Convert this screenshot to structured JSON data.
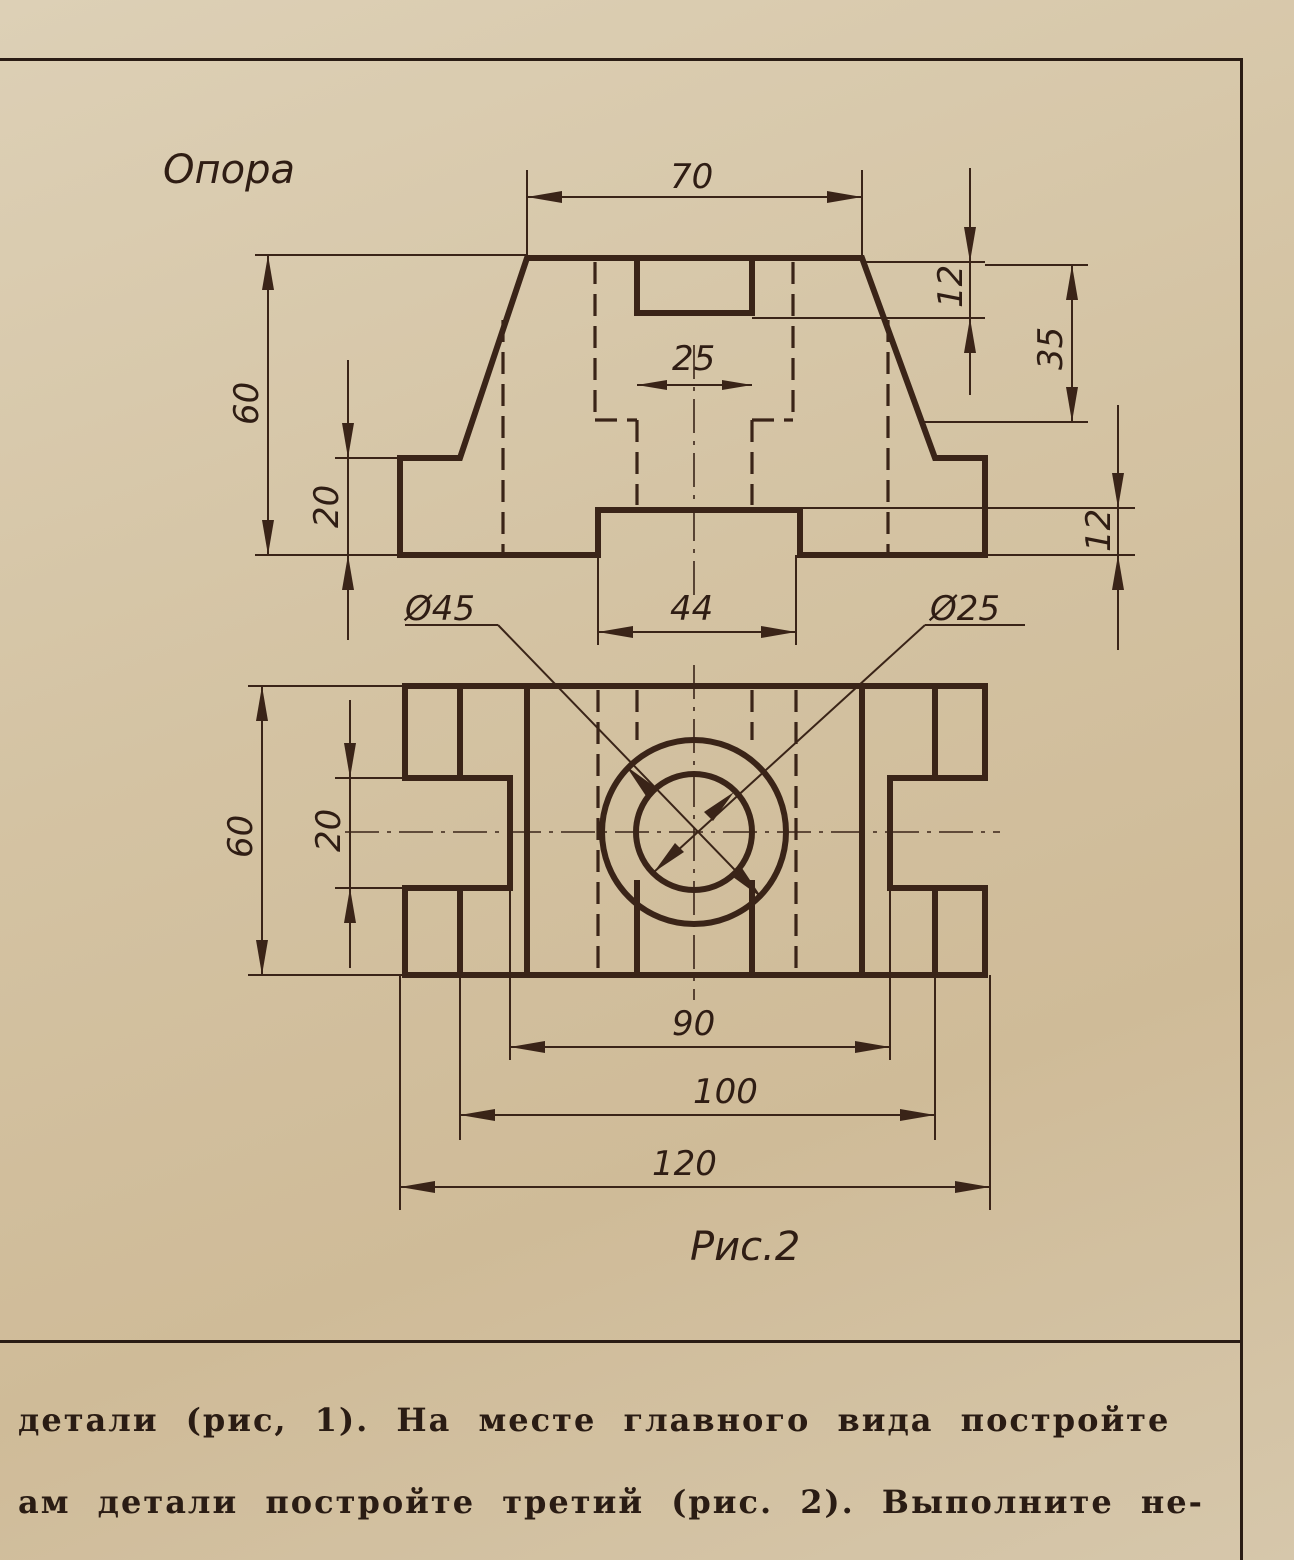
{
  "title": "Опора",
  "figure_caption": "Рис.2",
  "dimensions": {
    "top_width": "70",
    "slot_width": "25",
    "total_height_front": "60",
    "base_height_front": "20",
    "top_slot_depth": "12",
    "boss_height": "35",
    "base_step": "12",
    "outer_diameter": "Ø45",
    "inner_diameter": "Ø25",
    "boss_width": "44",
    "depth_plan": "60",
    "tab_width_plan": "20",
    "width_90": "90",
    "width_100": "100",
    "width_120": "120"
  },
  "text_lines": [
    "детали (рис, 1). На месте главного вида постройте",
    "ам детали построй­те третий (рис. 2). Выполните не-"
  ],
  "colors": {
    "paper": "#d4c3a3",
    "ink": "#3a2418"
  }
}
